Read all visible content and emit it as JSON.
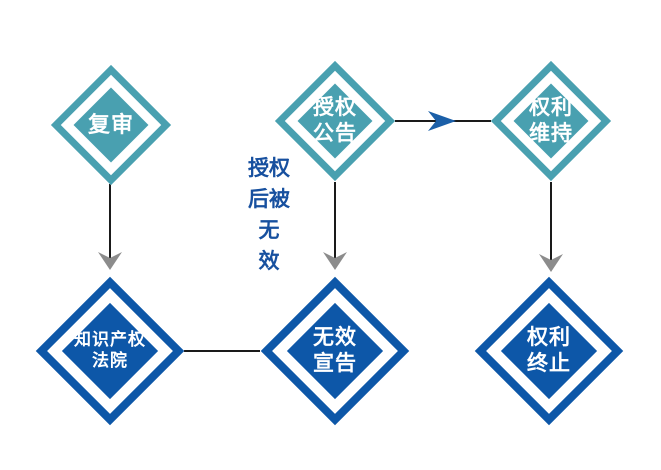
{
  "diagram": {
    "nodes": {
      "review": {
        "label": "复审"
      },
      "grant": {
        "label": "授权\n公告"
      },
      "maintain": {
        "label": "权利\n维持"
      },
      "court": {
        "label": "知识产权\n法院"
      },
      "invalid": {
        "label": "无效\n宣告"
      },
      "terminate": {
        "label": "权利\n终止"
      }
    },
    "annotations": {
      "invalidated_after_grant": "授权\n后被\n无\n效"
    },
    "colors": {
      "teal": "#49A0B0",
      "dark_blue": "#0D57A8",
      "arrow_gray": "#8C8C8C",
      "arrow_blue": "#1B5FA8",
      "line_black": "#1A1A1A",
      "annotation_blue": "#17509F"
    }
  }
}
